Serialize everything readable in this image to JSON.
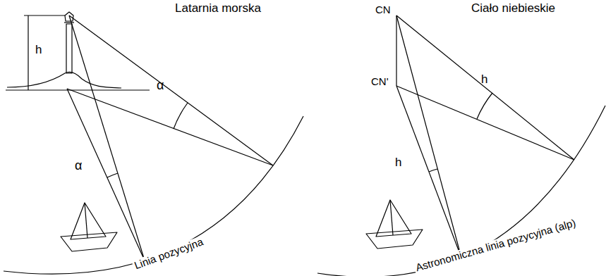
{
  "diagram": {
    "labels": [
      "Latarnia morska",
      "h",
      "α",
      "α",
      "Linia pozycyjna",
      "Ciało niebieskie",
      "CN",
      "CN'",
      "h",
      "h",
      "Astronomiczna linia pozycyjna (alp)"
    ]
  }
}
